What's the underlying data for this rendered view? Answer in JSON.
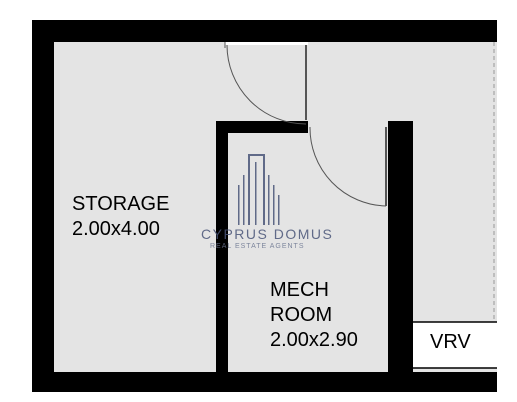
{
  "rooms": {
    "storage": {
      "name": "STORAGE",
      "size": "2.00x4.00"
    },
    "mech": {
      "name_line1": "MECH",
      "name_line2": "ROOM",
      "size": "2.00x2.90"
    },
    "vrv": {
      "name": "VRV"
    }
  },
  "watermark": {
    "name": "CYPRUS DOMUS",
    "tagline": "REAL ESTATE AGENTS",
    "color": "#4a5578"
  },
  "colors": {
    "floor": "#e4e4e4",
    "wall": "#000000",
    "door_line": "#555555"
  }
}
